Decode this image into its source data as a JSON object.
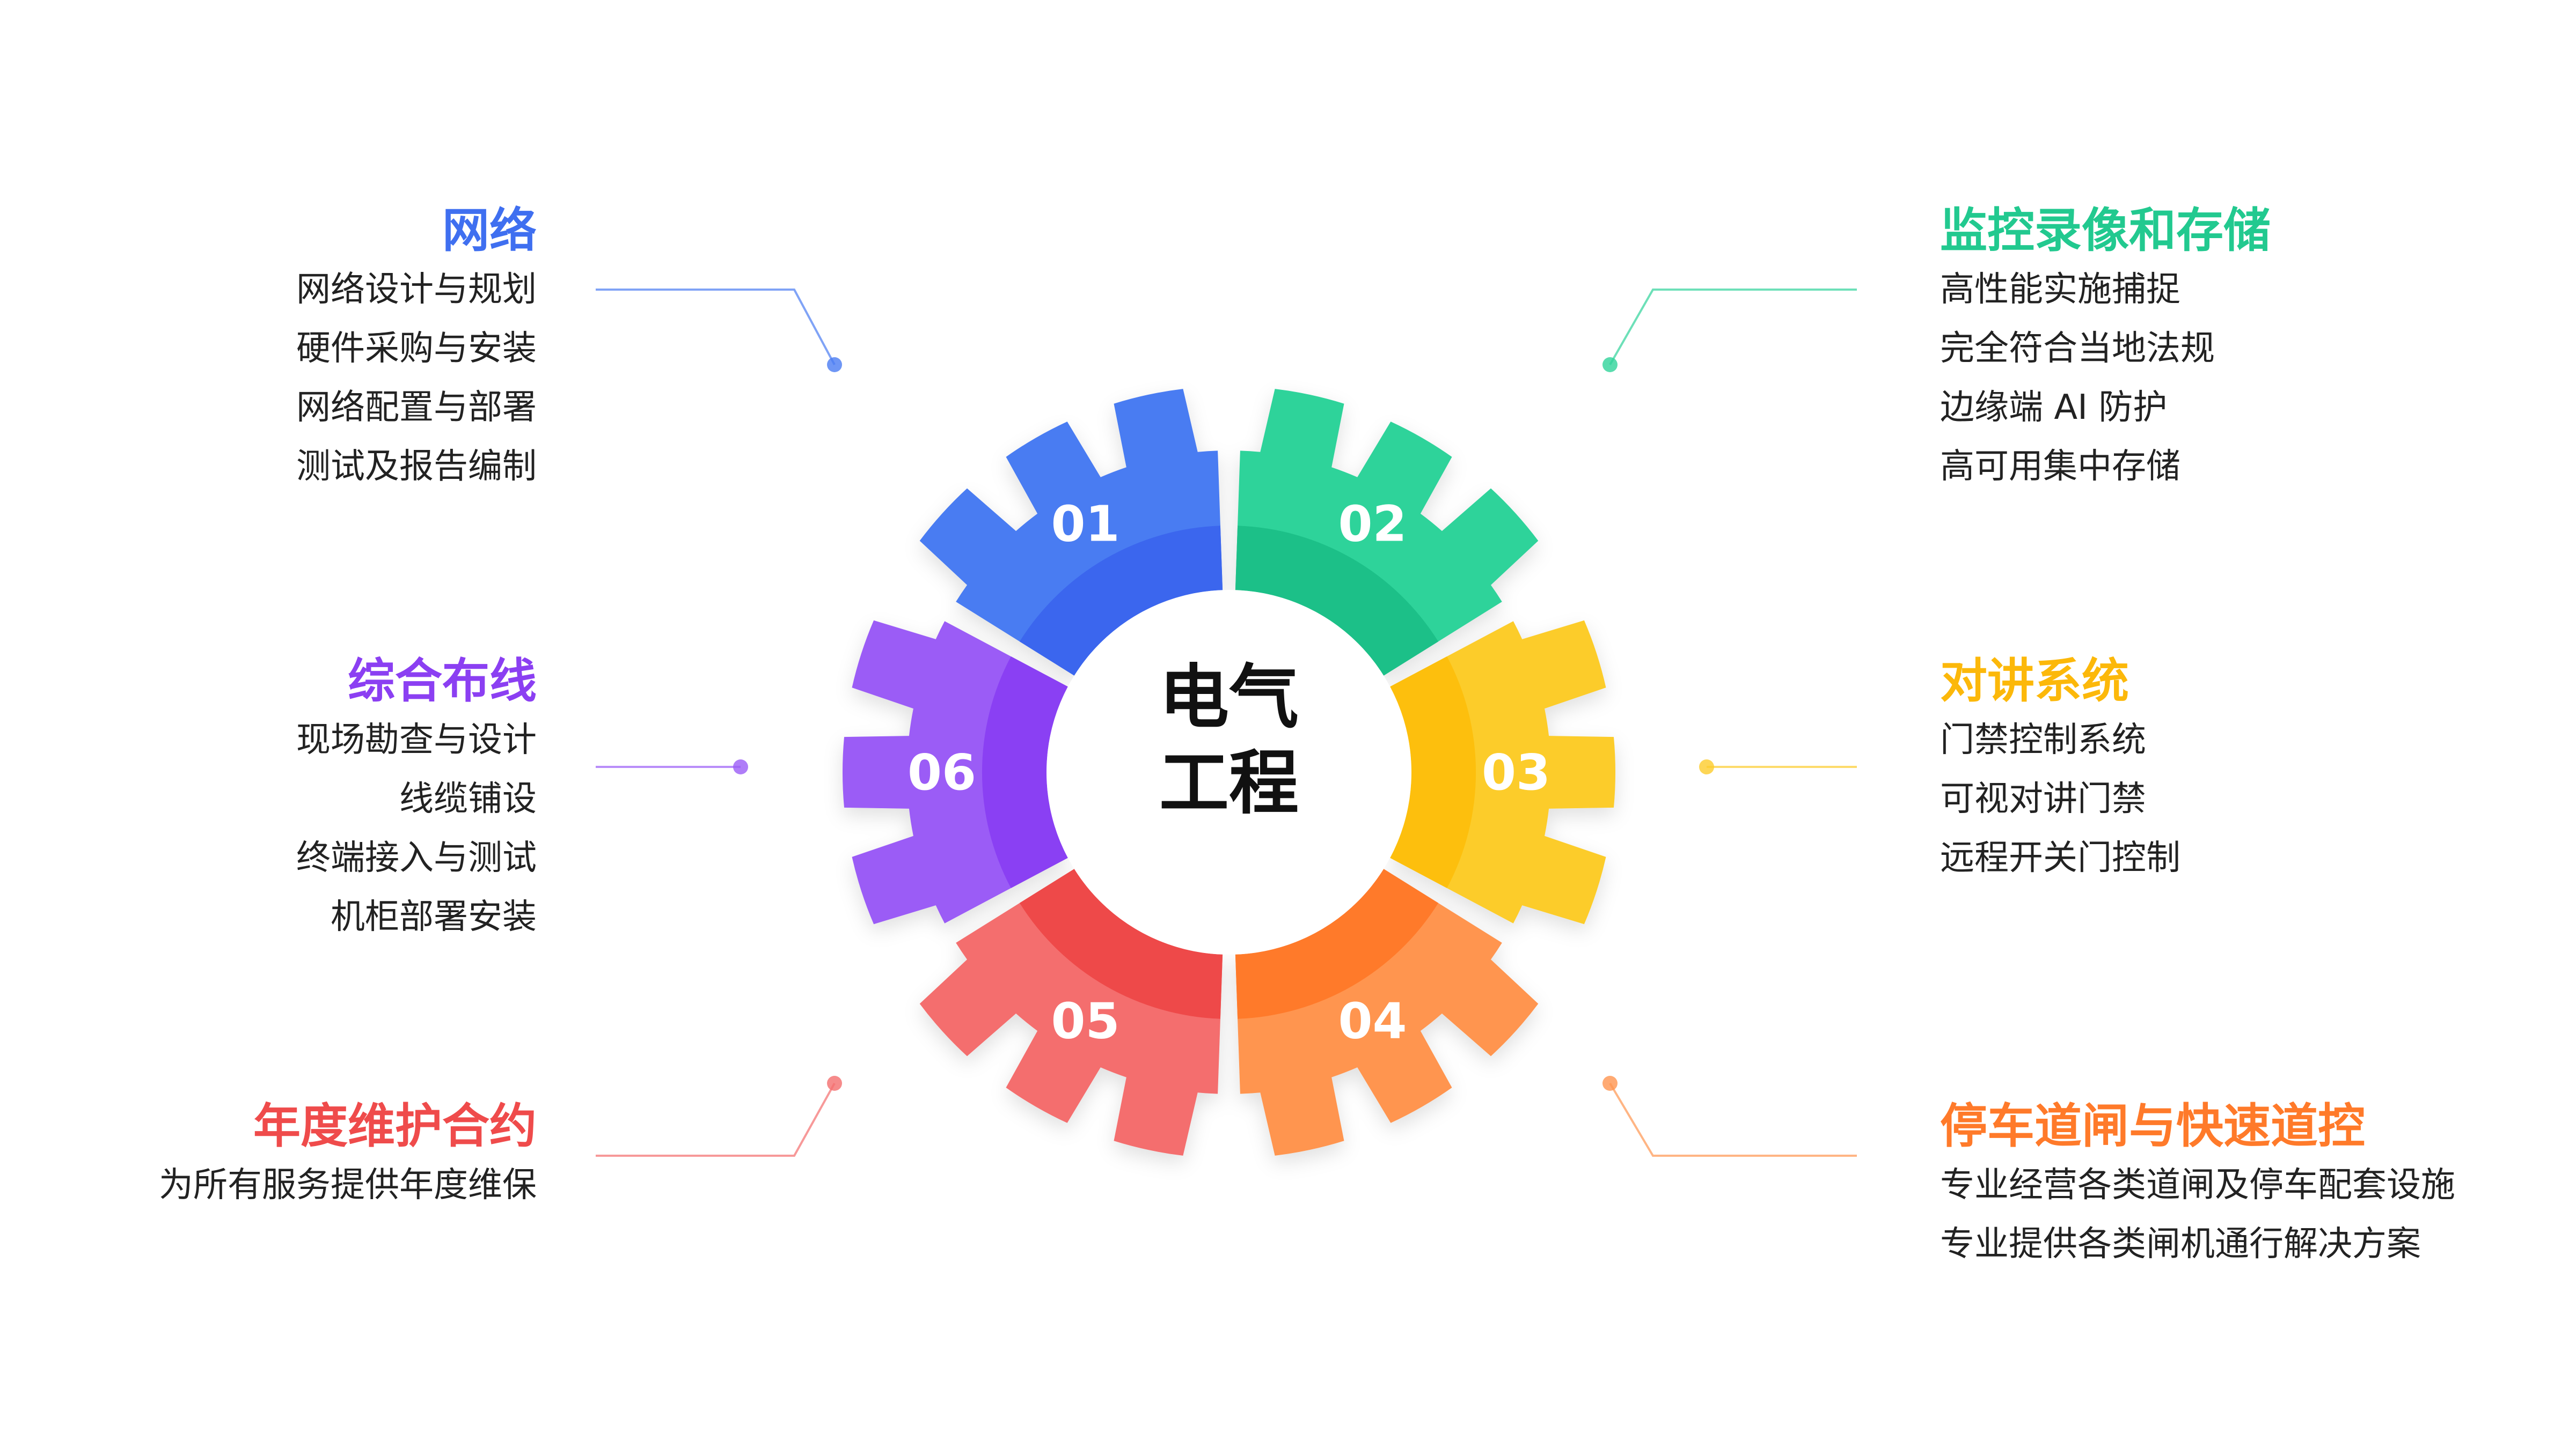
{
  "center": {
    "line1": "电气",
    "line2": "工程"
  },
  "segments": [
    {
      "num": "01",
      "color": "#4a7cf2",
      "inner": "#3a66ee",
      "title": "网络",
      "items": [
        "网络设计与规划",
        "硬件采购与安装",
        "网络配置与部署",
        "测试及报告编制"
      ]
    },
    {
      "num": "02",
      "color": "#2fd39a",
      "inner": "#1fc088",
      "title": "监控录像和存储",
      "items": [
        "高性能实施捕捉",
        "完全符合当地法规",
        "边缘端 AI 防护",
        "高可用集中存储"
      ]
    },
    {
      "num": "03",
      "color": "#fccc2c",
      "inner": "#fdbf0a",
      "title": "对讲系统",
      "items": [
        "门禁控制系统",
        "可视对讲门禁",
        "远程开关门控制"
      ]
    },
    {
      "num": "04",
      "color": "#ff9550",
      "inner": "#ff7a2a",
      "title": "停车道闸与快速道控",
      "items": [
        "专业经营各类道闸及停车配套设施",
        "专业提供各类闸机通行解决方案"
      ]
    },
    {
      "num": "05",
      "color": "#f46e6e",
      "inner": "#ee4a4a",
      "title": "年度维护合约",
      "items": [
        "为所有服务提供年度维保"
      ]
    },
    {
      "num": "06",
      "color": "#9b5cf6",
      "inner": "#8a3ff3",
      "title": "综合布线",
      "items": [
        "现场勘查与设计",
        "线缆铺设",
        "终端接入与测试",
        "机柜部署安装"
      ]
    }
  ]
}
